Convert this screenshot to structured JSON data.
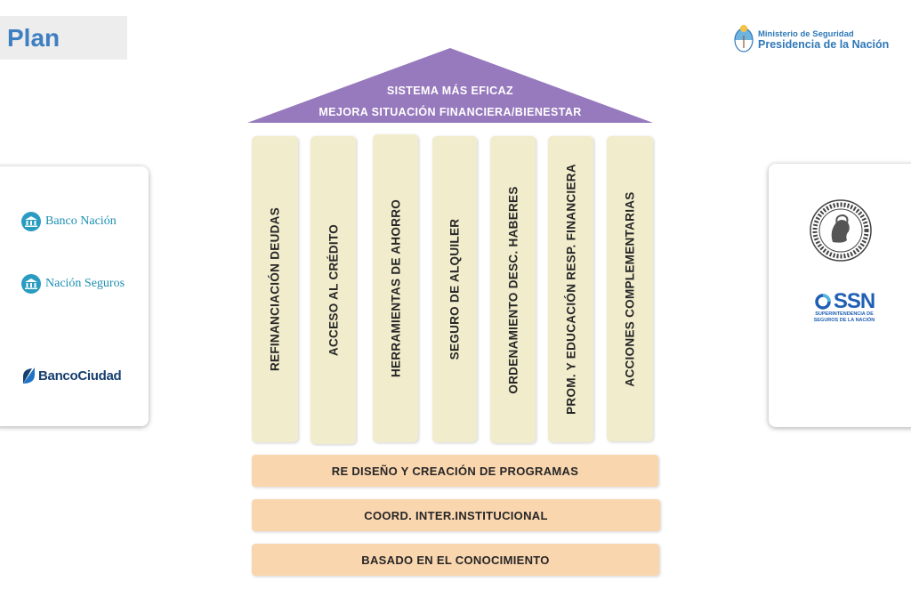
{
  "slide": {
    "title": "Plan"
  },
  "header_logo": {
    "line1": "Ministerio de Seguridad",
    "line2": "Presidencia de la Nación"
  },
  "left_logos": {
    "banco_nacion": "Banco Nación",
    "nacion_seguros": "Nación Seguros",
    "banco_ciudad": "BancoCiudad"
  },
  "right_logos": {
    "ssn_name": "SSN",
    "ssn_sub1": "SUPERINTENDENCIA DE",
    "ssn_sub2": "SEGUROS DE LA NACIÓN"
  },
  "roof": {
    "line1": "SISTEMA MÁS EFICAZ",
    "line2": "MEJORA SITUACIÓN FINANCIERA/BIENESTAR"
  },
  "pillars": [
    "REFINANCIACIÓN DEUDAS",
    "ACCESO AL CRÉDITO",
    "HERRAMIENTAS DE AHORRO",
    "SEGURO DE ALQUILER",
    "ORDENAMIENTO DESC. HABERES",
    "PROM. Y EDUCACIÓN RESP. FINANCIERA",
    "ACCIONES COMPLEMENTARIAS"
  ],
  "bases": [
    "RE DISEÑO Y CREACIÓN DE PROGRAMAS",
    "COORD. INTER.INSTITUCIONAL",
    "BASADO EN EL CONOCIMIENTO"
  ],
  "colors": {
    "roof": "#9779bd",
    "pillar": "#f1eccc",
    "base": "#fad6af",
    "title": "#3d7fc1",
    "brand_blue": "#2f78b7"
  }
}
